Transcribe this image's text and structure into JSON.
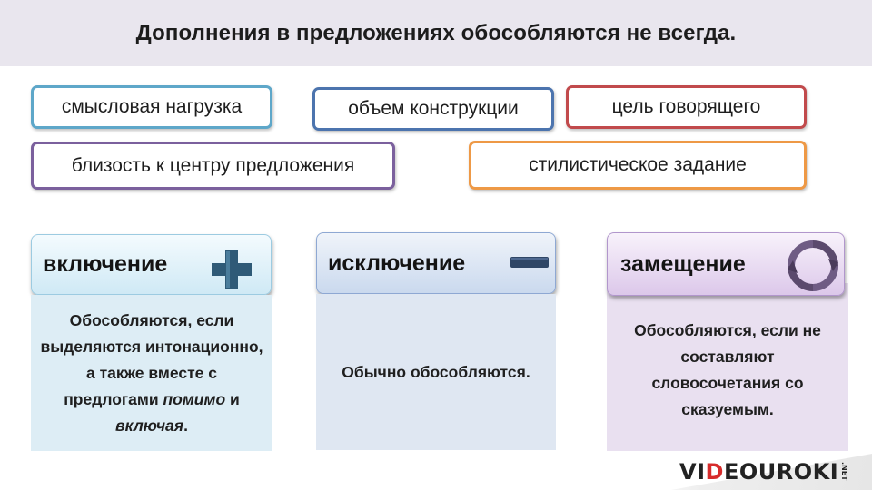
{
  "header": {
    "title": "Дополнения в предложениях обособляются не всегда."
  },
  "factors": [
    {
      "label": "смысловая нагрузка",
      "border_color": "#5ea7c9"
    },
    {
      "label": "объем конструкции",
      "border_color": "#4c74ae"
    },
    {
      "label": "цель говорящего",
      "border_color": "#c14a4c"
    },
    {
      "label": "близость к центру предложения",
      "border_color": "#7b609d"
    },
    {
      "label": "стилистическое задание",
      "border_color": "#ee9946"
    }
  ],
  "columns": [
    {
      "title": "включение",
      "icon": "plus-icon",
      "body_text": "Обособляются, если выделяются интонационно, а также вместе с предлогами ",
      "body_italic_1": "помимо",
      "body_joiner": " и ",
      "body_italic_2": "включая",
      "body_end": "."
    },
    {
      "title": "исключение",
      "icon": "minus-icon",
      "body_text": "Обычно обособляются."
    },
    {
      "title": "замещение",
      "icon": "cycle-arrows-icon",
      "body_text": "Обособляются, если не составляют словосочетания со сказуемым."
    }
  ],
  "logo": {
    "prefix": "VI",
    "highlight": "D",
    "suffix": "EOUROKI",
    "tld": ".NET"
  },
  "colors": {
    "header_bg": "#e9e6ee",
    "logo_accent": "#d72b2b",
    "plus": "#2f5a77",
    "minus": "#2f4666",
    "cycle": "#5b4a6d"
  }
}
